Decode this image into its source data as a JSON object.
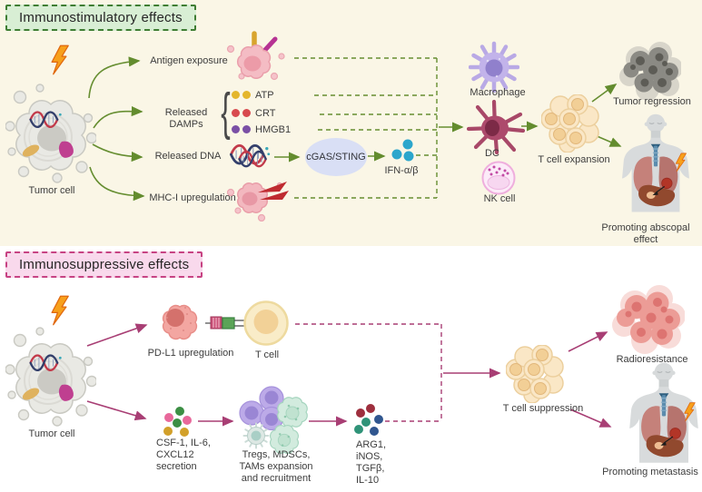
{
  "colors": {
    "stimulatory_bg": "#FAF6E6",
    "suppressive_bg": "#ECE4F5",
    "stimulatory_accent": "#638C2E",
    "suppressive_accent": "#A83E74",
    "stimulatory_title_bg": "#D8EED4",
    "suppressive_title_bg": "#F9D9EC"
  },
  "stimulatory": {
    "title": "Immunostimulatory effects",
    "tumor_cell": "Tumor cell",
    "pathways": [
      "Antigen exposure",
      "Released DAMPs",
      "Released DNA",
      "MHC-I upregulation"
    ],
    "damps_brace": "{",
    "damps": [
      "ATP",
      "CRT",
      "HMGB1"
    ],
    "cgas_sting": "cGAS/STING",
    "ifn": "IFN-α/β",
    "immune_cells": [
      "Macrophage",
      "DC",
      "NK cell"
    ],
    "t_cell_expansion": "T cell expansion",
    "outcomes": [
      "Tumor regression",
      "Promoting abscopal effect"
    ]
  },
  "suppressive": {
    "title": "Immunosuppressive effects",
    "tumor_cell": "Tumor cell",
    "pdl1_upregulation": "PD-L1 upregulation",
    "t_cell": "T cell",
    "secretion": "CSF-1, IL-6,\nCXCL12\nsecretion",
    "expansion_recruitment": "Tregs, MDSCs,\nTAMs expansion\nand recruitment",
    "mediators": "ARG1,\niNOS,\nTGFβ,\nIL-10",
    "t_cell_suppression": "T cell suppression",
    "outcomes": [
      "Radioresistance",
      "Promoting metastasis"
    ]
  }
}
